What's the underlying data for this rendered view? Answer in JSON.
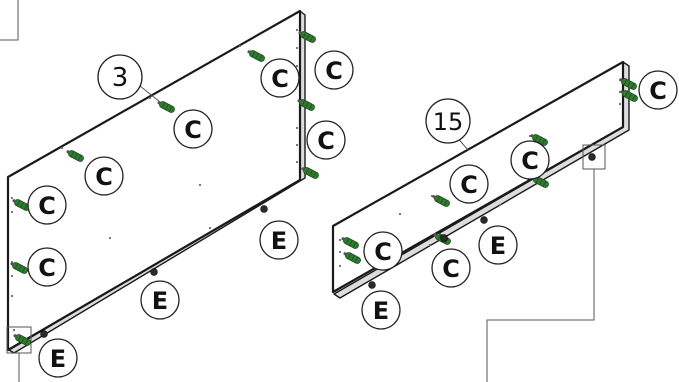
{
  "labels": {
    "dowel": "C",
    "cam": "E",
    "part_left": "3",
    "part_right": "15"
  },
  "colors": {
    "dowel_green": "#2f7a2f",
    "dowel_dark": "#1f4d1f",
    "line": "#1a1a1a"
  }
}
